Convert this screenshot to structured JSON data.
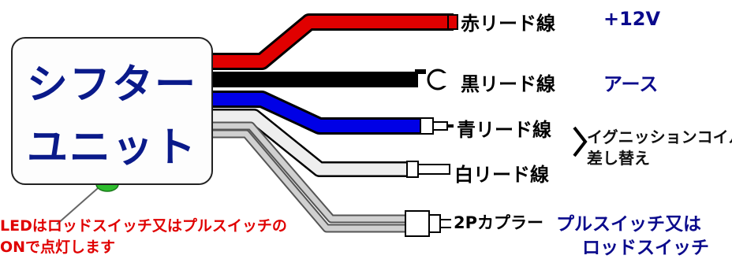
{
  "unit": {
    "line1": "シフター",
    "line2": "ユニット"
  },
  "wires": [
    {
      "id": "red",
      "label": "赤リード線",
      "function": "+12V",
      "color": "#e00000",
      "connector": "terminal"
    },
    {
      "id": "black",
      "label": "黒リード線",
      "function": "アース",
      "color": "#000000",
      "connector": "ring"
    },
    {
      "id": "blue",
      "label": "青リード線",
      "function": "",
      "color": "#0000e6",
      "connector": "bullet"
    },
    {
      "id": "white",
      "label": "白リード線",
      "function": "",
      "color": "#eeeeee",
      "connector": "spade"
    },
    {
      "id": "gray",
      "label": "2Pカプラー",
      "function": "",
      "color": "#c8c8c8",
      "connector": "coupler"
    }
  ],
  "ignition_note": {
    "line1": "イグニッションコイルと",
    "line2": "差し替え"
  },
  "coupler_note": {
    "line1": "プルスイッチ又は",
    "line2": "ロッドスイッチ"
  },
  "led_note": {
    "line1": "LEDはロッドスイッチ又はプルスイッチの",
    "line2": "ONで点灯します"
  },
  "colors": {
    "unit_text": "#0a1a8a",
    "note_red": "#e00000",
    "led_green": "#2ebd2e"
  }
}
